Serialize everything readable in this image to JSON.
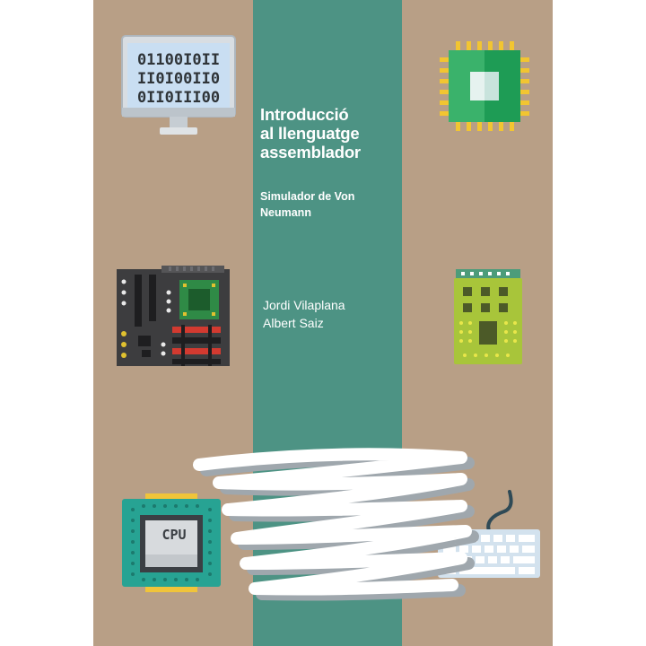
{
  "cover": {
    "title_lines": [
      "Introducció",
      "al llenguatge",
      "assemblador"
    ],
    "subtitle": "Simulador de Von Neumann",
    "authors": [
      "Jordi Vilaplana",
      "Albert Saiz"
    ]
  },
  "illustrations": {
    "monitor_binary_rows": [
      "01100I0II",
      "II0I00II0",
      "0II0III00"
    ],
    "cpu_chip_label": "CPU",
    "icons": [
      "monitor-icon",
      "processor-chip-icon",
      "motherboard-icon",
      "memory-module-icon",
      "cpu-chip-icon",
      "keyboard-icon"
    ]
  },
  "colors": {
    "background": "#b89f86",
    "band": "#4d9384",
    "text": "#ffffff"
  }
}
